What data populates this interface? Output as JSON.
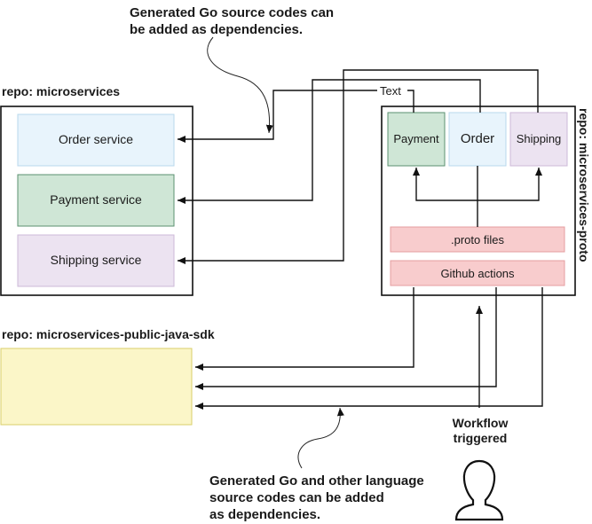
{
  "annotations": {
    "top_note_line1": "Generated Go source codes can",
    "top_note_line2": "be added as dependencies.",
    "bottom_note_line1": "Generated Go and other language",
    "bottom_note_line2": "source codes can be added",
    "bottom_note_line3": "as dependencies.",
    "workflow_line1": "Workflow",
    "workflow_line2": "triggered",
    "text_label": "Text"
  },
  "repos": {
    "microservices": {
      "title": "repo: microservices",
      "services": [
        "Order service",
        "Payment service",
        "Shipping service"
      ]
    },
    "proto": {
      "title": "repo: microservices-proto",
      "modules": [
        "Payment",
        "Order",
        "Shipping"
      ],
      "proto_files": ".proto files",
      "github_actions": "Github actions"
    },
    "java_sdk": {
      "title": "repo: microservices-public-java-sdk"
    }
  },
  "colors": {
    "order": "#e8f4fc",
    "payment": "#cfe6d6",
    "shipping": "#ece3f1",
    "pink": "#f8cccd",
    "sdk": "#fbf6c8"
  },
  "icons": {
    "user": "person-silhouette-icon"
  }
}
